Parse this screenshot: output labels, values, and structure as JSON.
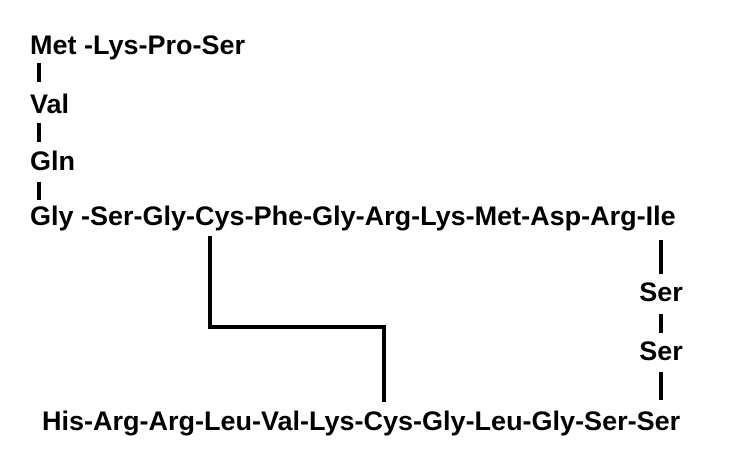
{
  "diagram": {
    "rows": {
      "top": "Met -Lys-Pro-Ser",
      "left_branch": [
        "Val",
        "Gln"
      ],
      "main": "Gly -Ser-Gly-Cys-Phe-Gly-Arg-Lys-Met-Asp-Arg-Ile",
      "right_branch": [
        "Ser",
        "Ser"
      ],
      "bottom": "His-Arg-Arg-Leu-Val-Lys-Cys-Gly-Leu-Gly-Ser-Ser"
    },
    "connections": {
      "left_vertical_chain": "Met-Val-Gln-Gly",
      "right_vertical_chain": "Ile-Ser-Ser-Ser",
      "bridge": "Cys (main row) - Cys (bottom row)"
    },
    "colors": {
      "text": "#000000",
      "line": "#000000",
      "background": "#ffffff"
    }
  }
}
